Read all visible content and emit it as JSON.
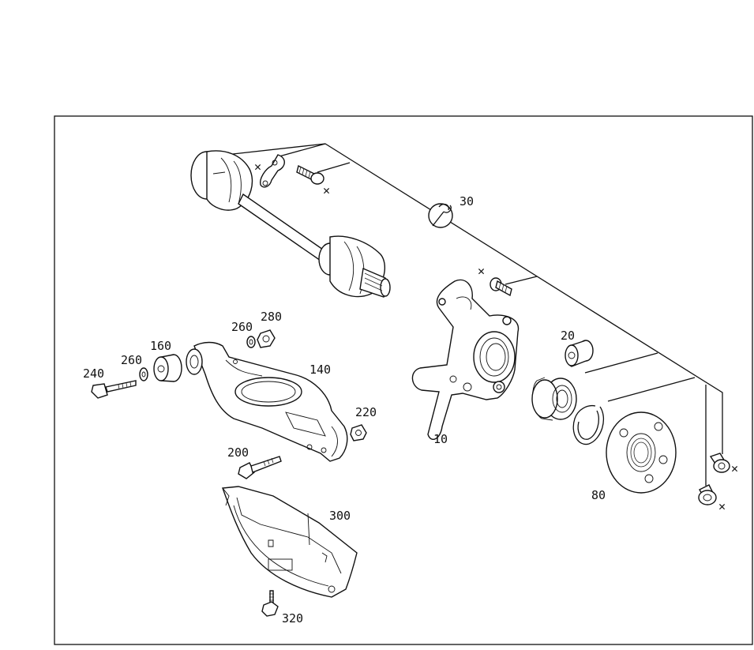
{
  "diagram": {
    "labels": {
      "p10": "10",
      "p20": "20",
      "p30": "30",
      "p80": "80",
      "p140": "140",
      "p160": "160",
      "p200": "200",
      "p220": "220",
      "p240": "240",
      "p260a": "260",
      "p260b": "260",
      "p280": "280",
      "p300": "300",
      "p320": "320"
    },
    "symbols": {
      "single_use": "✕"
    }
  }
}
